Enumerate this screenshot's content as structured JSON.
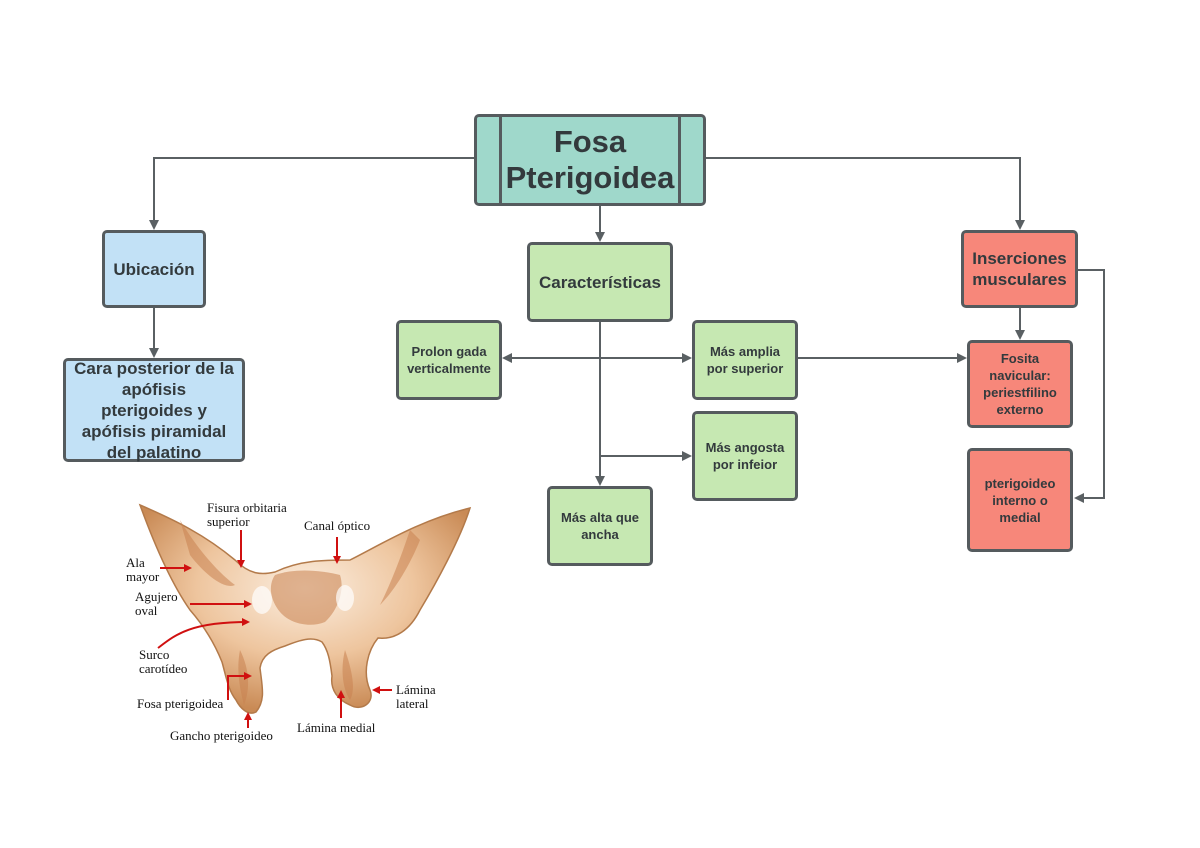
{
  "diagram": {
    "title": "Fosa Pterigoidea",
    "branches": {
      "ubicacion": {
        "label": "Ubicación",
        "detail": "Cara posterior de la apófisis pterigoides y apófisis piramidal del palatino"
      },
      "caracteristicas": {
        "label": "Características",
        "items": [
          "Prolon gada verticalmente",
          "Más amplia por superior",
          "Más angosta por infeior",
          "Más alta que ancha"
        ]
      },
      "inserciones": {
        "label": "Inserciones musculares",
        "items": [
          "Fosita navicular: periestfilino externo",
          "pterigoideo interno o medial"
        ]
      }
    }
  },
  "figure": {
    "labels": [
      "Fisura orbitaria superior",
      "Canal óptico",
      "Ala mayor",
      "Agujero oval",
      "Surco carotídeo",
      "Fosa pterigoidea",
      "Gancho pterigoideo",
      "Lámina medial",
      "Lámina lateral"
    ]
  },
  "colors": {
    "title": "#9fd8cb",
    "ubicacion": "#c2e1f6",
    "caracteristicas": "#c6e8b2",
    "inserciones": "#f7877a",
    "lines": "#5a6063",
    "arrows_figure": "#d01010",
    "bone": "#e6b48a"
  }
}
